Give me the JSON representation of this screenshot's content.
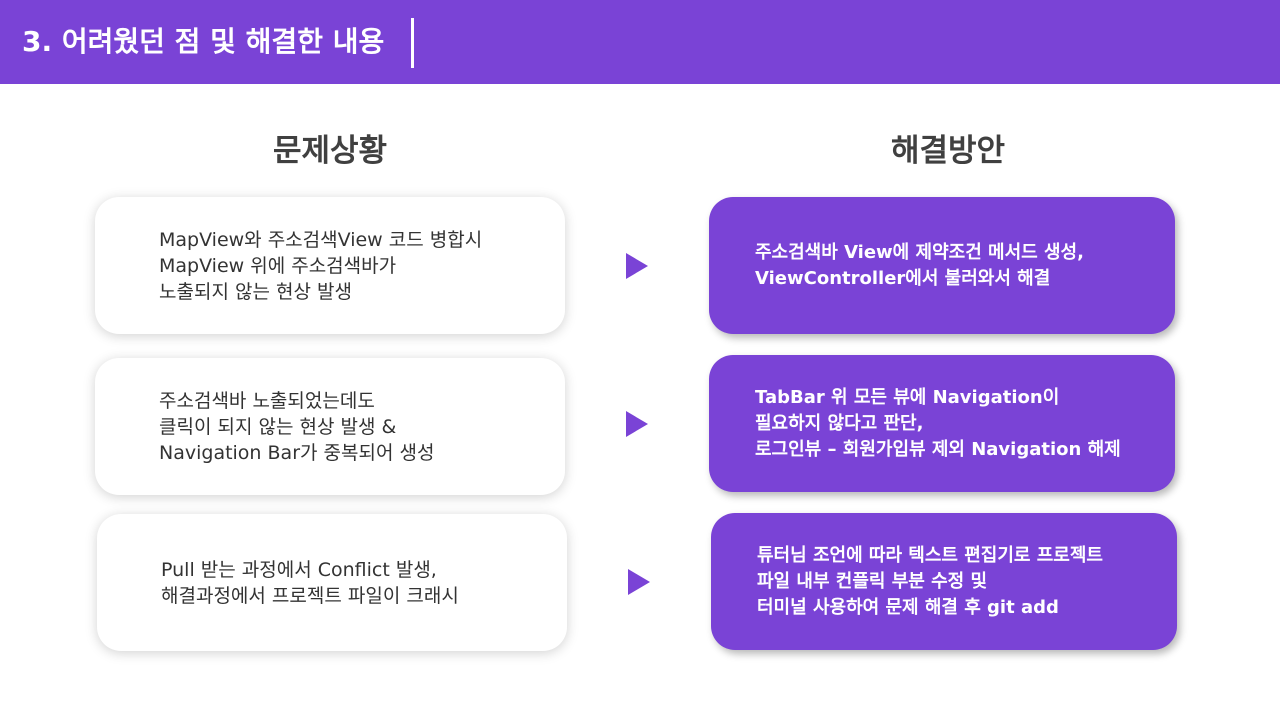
{
  "header": {
    "title": "3. 어려웠던 점 및 해결한 내용"
  },
  "columns": {
    "problem_heading": "문제상황",
    "solution_heading": "해결방안"
  },
  "rows": [
    {
      "problem": [
        "MapView와 주소검색View 코드 병합시",
        "MapView 위에 주소검색바가",
        "노출되지 않는 현상 발생"
      ],
      "solution": [
        "주소검색바 View에 제약조건 메서드 생성,",
        "ViewController에서 불러와서 해결"
      ]
    },
    {
      "problem": [
        "주소검색바 노출되었는데도",
        "클릭이 되지 않는 현상 발생 &",
        "Navigation Bar가 중복되어 생성"
      ],
      "solution": [
        "TabBar 위 모든 뷰에 Navigation이",
        "필요하지 않다고 판단,",
        "로그인뷰 – 회원가입뷰 제외 Navigation 해제"
      ]
    },
    {
      "problem": [
        "Pull 받는 과정에서 Conflict 발생,",
        "해결과정에서 프로젝트 파일이 크래시"
      ],
      "solution": [
        "튜터님 조언에 따라 텍스트 편집기로 프로젝트",
        "파일 내부 컨플릭 부분 수정 및",
        "터미널 사용하여 문제 해결 후 git add"
      ]
    }
  ],
  "colors": {
    "accent": "#7a43d6",
    "text_dark": "#333333",
    "heading": "#404040",
    "background": "#ffffff"
  }
}
